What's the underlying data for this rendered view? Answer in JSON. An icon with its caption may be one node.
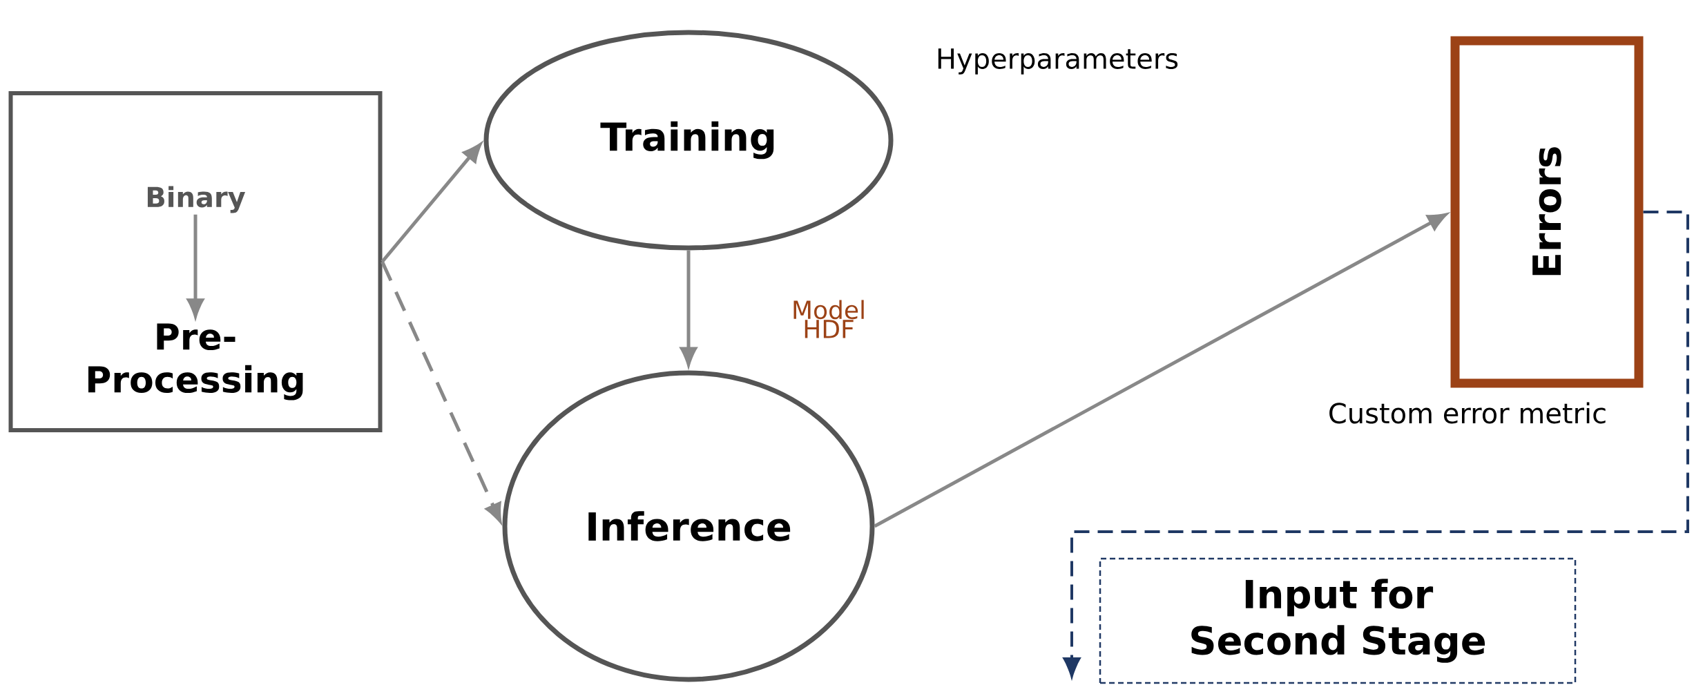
{
  "diagram": {
    "nodes": [
      {
        "text": [],
        "shape": "box"
      },
      {
        "text": [
          "Binary"
        ],
        "in": 0
      },
      {
        "text": [
          "Pre-Processing"
        ],
        "in": 0
      },
      {
        "text": [
          "Training"
        ],
        "beside": [
          "Hyperparameters"
        ]
      },
      {
        "text": [
          "Inference"
        ]
      },
      {
        "text": [
          "Errors"
        ],
        "beside": [
          "Custom error metric"
        ]
      },
      {
        "text": [
          "Input for Second Stage"
        ]
      }
    ],
    "edges": [
      {
        "from": 1,
        "to": 2,
        "arrow": "to"
      },
      {
        "from": 0,
        "to": 3,
        "arrow": "to"
      },
      {
        "from": 0,
        "to": 4,
        "arrow": "to",
        "style": "dashed"
      },
      {
        "from": 3,
        "to": 4,
        "arrow": "to",
        "label": "Model HDF"
      },
      {
        "from": 4,
        "to": 5,
        "arrow": "to"
      },
      {
        "from": 5,
        "to": null,
        "arrow": "to",
        "style": "dashed",
        "color": "#1f3864"
      }
    ]
  }
}
